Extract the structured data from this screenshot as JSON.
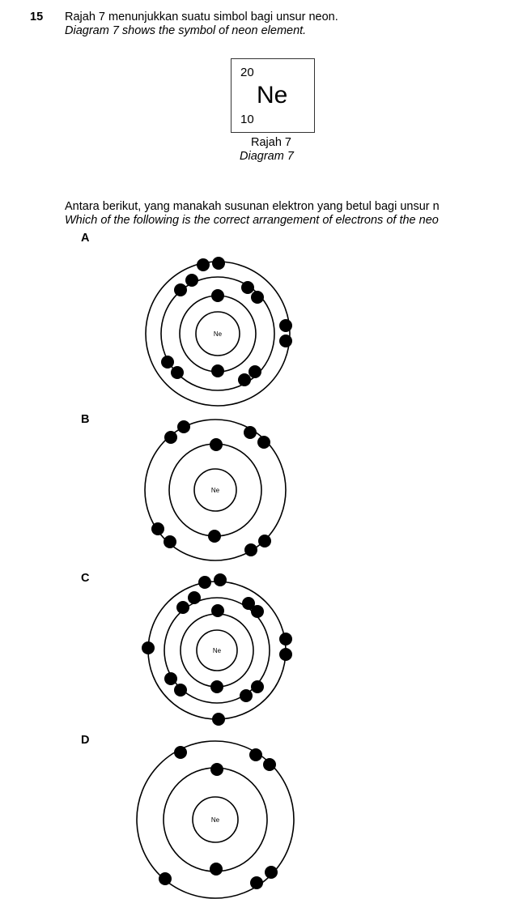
{
  "question": {
    "number": "15",
    "stem_ms": "Rajah 7 menunjukkan suatu simbol bagi unsur neon.",
    "stem_en": "Diagram 7 shows the symbol of neon element.",
    "element": {
      "mass_number": "20",
      "symbol": "Ne",
      "proton_number": "10"
    },
    "caption_ms": "Rajah 7",
    "caption_en": "Diagram 7",
    "prompt_ms": "Antara berikut, yang manakah susunan elektron yang betul bagi unsur n",
    "prompt_en": "Which of the following is the correct arrangement of electrons of the neo"
  },
  "options": [
    {
      "label": "A",
      "nucleus": "Ne",
      "electrons_per_shell": [
        2,
        8,
        4
      ]
    },
    {
      "label": "B",
      "nucleus": "Ne",
      "electrons_per_shell": [
        2,
        8
      ]
    },
    {
      "label": "C",
      "nucleus": "Ne",
      "electrons_per_shell": [
        2,
        8,
        6
      ]
    },
    {
      "label": "D",
      "nucleus": "Ne",
      "electrons_per_shell": [
        2,
        6
      ]
    }
  ]
}
